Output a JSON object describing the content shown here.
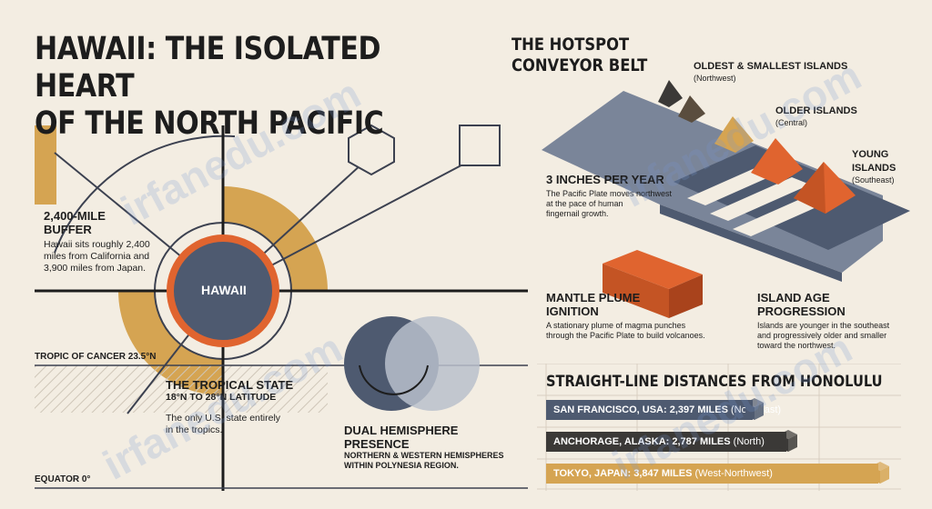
{
  "title": {
    "line1": "HAWAII: THE ISOLATED HEART",
    "line2": "OF THE NORTH PACIFIC"
  },
  "center_label": "HAWAII",
  "buffer": {
    "title_line1": "2,400-MILE",
    "title_line2": "BUFFER",
    "body_line1": "Hawaii sits roughly 2,400",
    "body_line2": "miles from California and",
    "body_line3": "3,900 miles from Japan."
  },
  "tropic": "TROPIC OF CANCER 23.5°N",
  "equator": "EQUATOR 0°",
  "tropical": {
    "title": "THE TROPICAL STATE",
    "subtitle": "18°N TO 28°N LATITUDE",
    "body_line1": "The only U.S. state entirely",
    "body_line2": "in the tropics."
  },
  "hemisphere": {
    "title": "DUAL HEMISPHERE PRESENCE",
    "body_line1": "NORTHERN & WESTERN HEMISPHERES",
    "body_line2": "WITHIN POLYNESIA REGION."
  },
  "hotspot": {
    "title_line1": "THE HOTSPOT",
    "title_line2": "CONVEYOR BELT",
    "oldest": {
      "label": "OLDEST & SMALLEST ISLANDS",
      "sub": "(Northwest)"
    },
    "older": {
      "label": "OLDER ISLANDS",
      "sub": "(Central)"
    },
    "young": {
      "label_line1": "YOUNG",
      "label_line2": "ISLANDS",
      "sub": "(Southeast)"
    },
    "rate": {
      "title": "3 INCHES PER YEAR",
      "body_line1": "The Pacific Plate moves northwest",
      "body_line2": "at the pace of human",
      "body_line3": "fingernail growth."
    },
    "plume": {
      "title_line1": "MANTLE PLUME",
      "title_line2": "IGNITION",
      "body_line1": "A stationary plume of magma punches",
      "body_line2": "through the Pacific Plate to build volcanoes."
    },
    "progression": {
      "title": "ISLAND AGE PROGRESSION",
      "body_line1": "Islands are younger in the southeast",
      "body_line2": "and progressively older and smaller",
      "body_line3": "toward the northwest."
    }
  },
  "distances": {
    "title": "STRAIGHT-LINE DISTANCES FROM HONOLULU",
    "unit": "MILES",
    "items": [
      {
        "place": "SAN FRANCISCO, USA:",
        "miles": 2397,
        "miles_text": "2,397",
        "direction": "(Northeast)",
        "color": "#4e5a70"
      },
      {
        "place": "ANCHORAGE, ALASKA:",
        "miles": 2787,
        "miles_text": "2,787",
        "direction": "(North)",
        "color": "#3b3937"
      },
      {
        "place": "TOKYO, JAPAN:",
        "miles": 3847,
        "miles_text": "3,847",
        "direction": "(West-Northwest)",
        "color": "#d5a452"
      }
    ]
  },
  "watermark": "irfanedu.com",
  "colors": {
    "background": "#f3ede2",
    "navy": "#4e5a70",
    "orange": "#e0642f",
    "gold": "#d5a452",
    "ink": "#1d1d1d"
  }
}
